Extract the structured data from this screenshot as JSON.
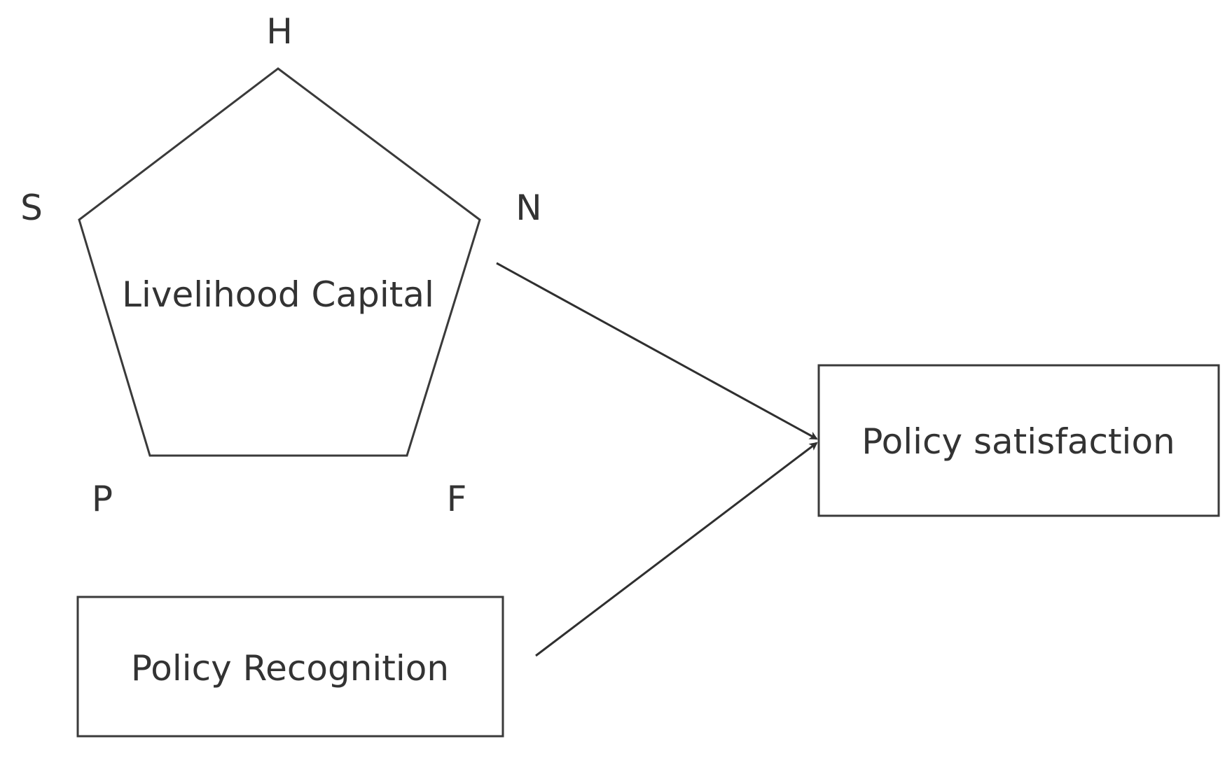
{
  "vertices": {
    "top": "H",
    "right": "N",
    "left": "S",
    "bottom_left": "P",
    "bottom_right": "F"
  },
  "center_label": "Livelihood Capital",
  "outcome_box": "Policy satisfaction",
  "input_box": "Policy Recognition"
}
